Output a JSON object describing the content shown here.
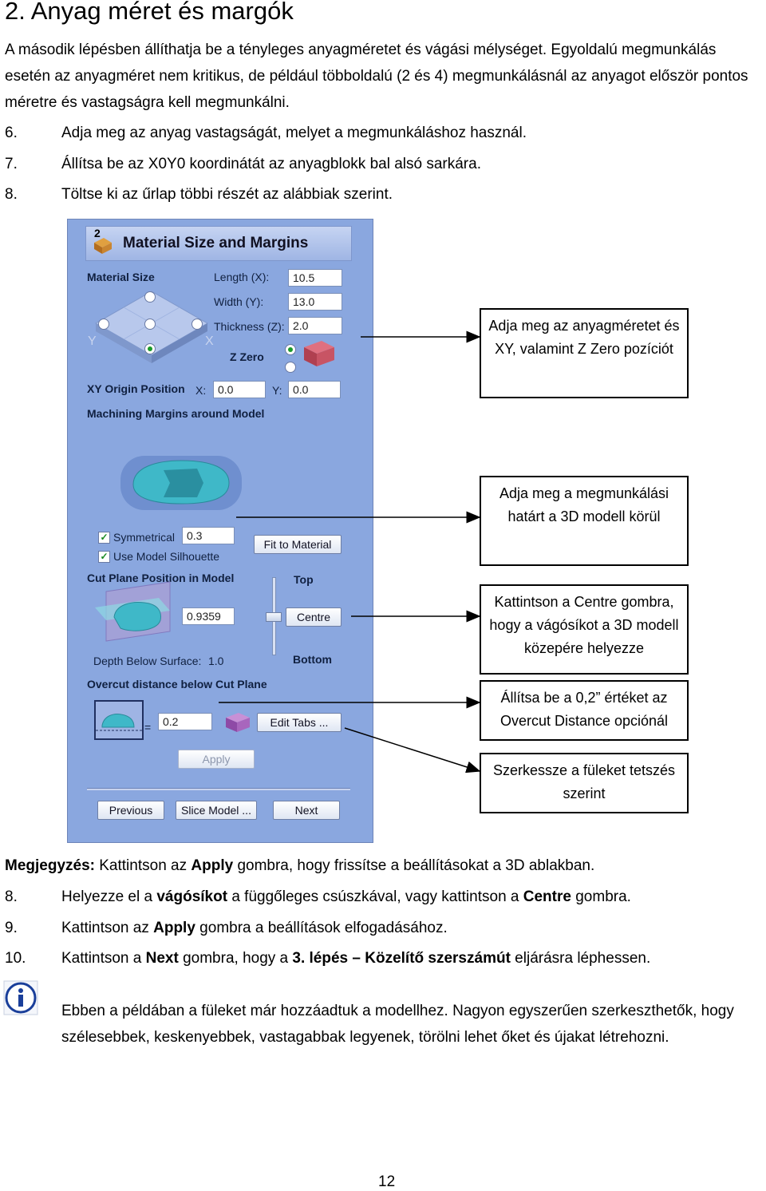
{
  "heading": "2. Anyag méret és margók",
  "intro": "A második lépésben állíthatja be a tényleges anyagméretet és vágási mélységet. Egyoldalú megmunkálás esetén az anyagméret nem kritikus, de például többoldalú (2 és 4) megmunkálásnál az anyagot először pontos méretre és vastagságra kell megmunkálni.",
  "steps_top": [
    {
      "num": "6.",
      "text": "Adja meg az anyag vastagságát, melyet a megmunkáláshoz használ."
    },
    {
      "num": "7.",
      "text": "Állítsa be az X0Y0 koordinátát az anyagblokk bal alsó sarkára."
    },
    {
      "num": "8.",
      "text": "Töltse ki az űrlap többi részét az alábbiak szerint."
    }
  ],
  "panel": {
    "title_number": "2",
    "title": "Material Size and Margins",
    "material_size_label": "Material Size",
    "length_label": "Length (X):",
    "length_value": "10.5",
    "width_label": "Width (Y):",
    "width_value": "13.0",
    "thickness_label": "Thickness (Z):",
    "thickness_value": "2.0",
    "zzero_label": "Z Zero",
    "axis_y": "Y",
    "axis_x": "X",
    "xy_origin_label": "XY Origin Position",
    "x_label": "X:",
    "x_value": "0.0",
    "y_label": "Y:",
    "y_value": "0.0",
    "machining_margins_label": "Machining Margins around Model",
    "symmetrical_label": "Symmetrical",
    "symmetrical_value": "0.3",
    "use_silhouette_label": "Use Model Silhouette",
    "fit_button": "Fit to Material",
    "cut_plane_label": "Cut Plane Position in Model",
    "top_label": "Top",
    "cut_value": "0.9359",
    "centre_button": "Centre",
    "depth_label": "Depth Below Surface:",
    "depth_value": "1.0",
    "bottom_label": "Bottom",
    "overcut_label": "Overcut distance below Cut Plane",
    "equals": "=",
    "overcut_value": "0.2",
    "edit_tabs_button": "Edit Tabs ...",
    "apply_button": "Apply",
    "previous_button": "Previous",
    "slice_button": "Slice Model ...",
    "next_button": "Next"
  },
  "callouts": [
    "Adja meg az anyagméretet és XY, valamint Z Zero pozíciót",
    "Adja meg a megmunkálási határt a 3D modell körül",
    "Kattintson a Centre gombra, hogy a vágósíkot a 3D modell közepére helyezze",
    "Állítsa be a 0,2” értéket az Overcut Distance opciónál",
    "Szerkessze a füleket tetszés szerint"
  ],
  "note": {
    "label": "Megjegyzés:",
    "t1": " Kattintson az ",
    "b1": "Apply",
    "t2": " gombra, hogy frissítse a beállításokat a 3D ablakban."
  },
  "steps_bottom": [
    {
      "num": "8.",
      "t1": "Helyezze el a ",
      "b1": "vágósíkot",
      "t2": " a függőleges csúszkával, vagy kattintson a ",
      "b2": "Centre",
      "t3": " gombra."
    },
    {
      "num": "9.",
      "t1": "Kattintson az ",
      "b1": "Apply",
      "t2": " gombra a beállítások elfogadásához.",
      "b2": "",
      "t3": ""
    },
    {
      "num": "10.",
      "t1": "Kattintson a ",
      "b1": "Next",
      "t2": " gombra, hogy a ",
      "b2": "3. lépés – Közelítő szerszámút",
      "t3": " eljárásra léphessen."
    }
  ],
  "info_text": "Ebben a példában a füleket már hozzáadtuk a modellhez. Nagyon egyszerűen szerkeszthetők, hogy szélesebbek, keskenyebbek, vastagabbak legyenek, törölni lehet őket és újakat létrehozni.",
  "page_number": "12",
  "colors": {
    "panel": "#8aa7df",
    "title_bar": "#b3c5ec",
    "car": "#3fb8c8"
  }
}
